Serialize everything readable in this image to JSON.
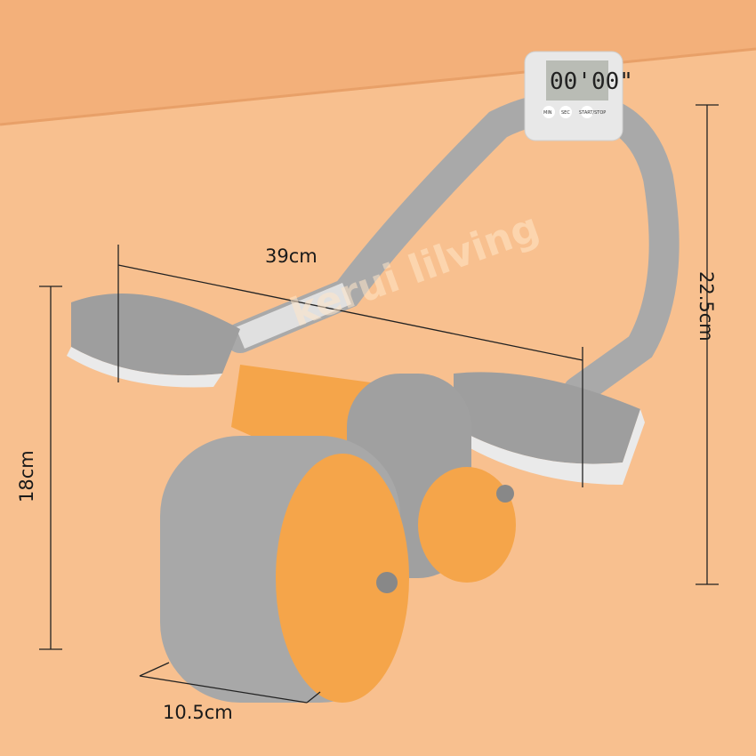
{
  "dimensions": {
    "width": "39cm",
    "height_total": "22.5cm",
    "height_wheel": "18cm",
    "depth": "10.5cm"
  },
  "timer": {
    "display": "00'00\"",
    "buttons": [
      "MIN",
      "SEC",
      "START/STOP"
    ]
  },
  "watermark": "kerui lilving",
  "colors": {
    "background": "#f8c08f",
    "wall": "#f3b07a",
    "product_orange": "#f5a54a",
    "product_gray": "#a8a8a8"
  }
}
